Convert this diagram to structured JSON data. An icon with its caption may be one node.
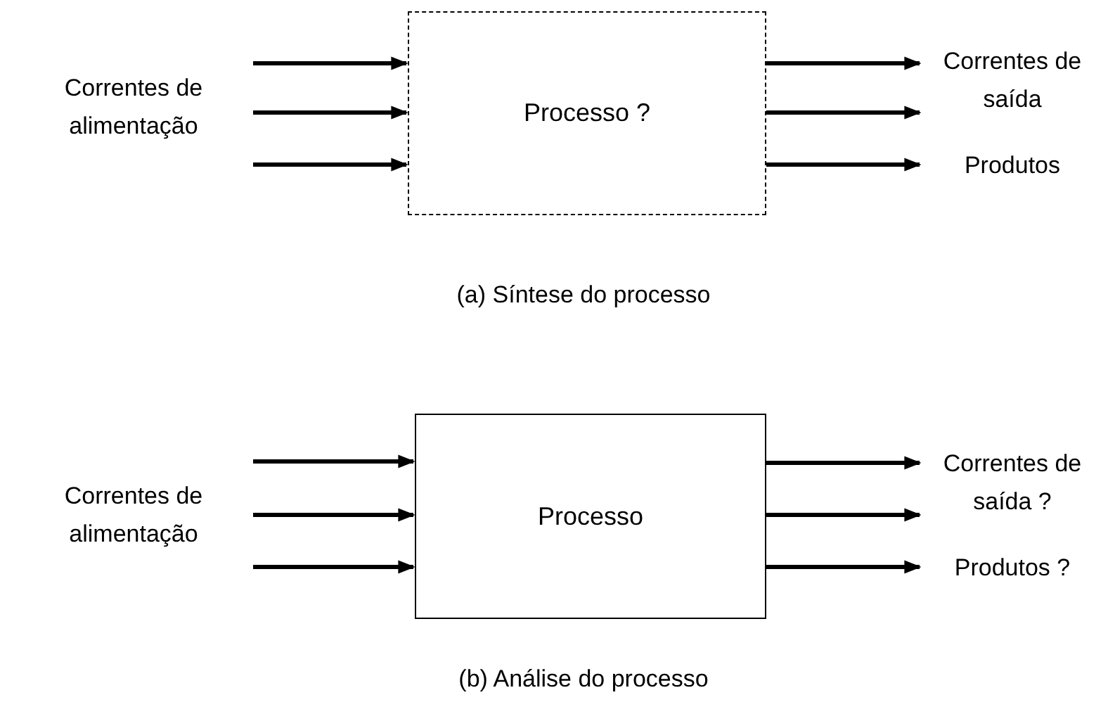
{
  "diagram": {
    "nodes": [
      {
        "text": [
          "Correntes de alimentação"
        ]
      },
      {
        "text": [
          "Processo ?"
        ]
      },
      {
        "text": [
          "Correntes de saída"
        ]
      },
      {
        "text": [
          "Produtos"
        ]
      },
      {
        "text": [
          "Correntes de alimentação"
        ]
      },
      {
        "text": [
          "Processo"
        ]
      },
      {
        "text": [
          "Correntes de saída ?"
        ]
      },
      {
        "text": [
          "Produtos ?"
        ]
      }
    ],
    "edges": [
      {
        "from": 0,
        "to": 1,
        "arrow": "to"
      },
      {
        "from": 0,
        "to": 1,
        "arrow": "to"
      },
      {
        "from": 0,
        "to": 1,
        "arrow": "to"
      },
      {
        "from": 1,
        "to": 2,
        "arrow": "to"
      },
      {
        "from": 1,
        "to": 2,
        "arrow": "to"
      },
      {
        "from": 1,
        "to": 3,
        "arrow": "to"
      },
      {
        "from": 4,
        "to": 5,
        "arrow": "to"
      },
      {
        "from": 4,
        "to": 5,
        "arrow": "to"
      },
      {
        "from": 4,
        "to": 5,
        "arrow": "to"
      },
      {
        "from": 5,
        "to": 6,
        "arrow": "to"
      },
      {
        "from": 5,
        "to": 6,
        "arrow": "to"
      },
      {
        "from": 5,
        "to": 7,
        "arrow": "to"
      }
    ],
    "labels": [
      "(a) Síntese do processo",
      "(b) Análise do processo"
    ]
  }
}
